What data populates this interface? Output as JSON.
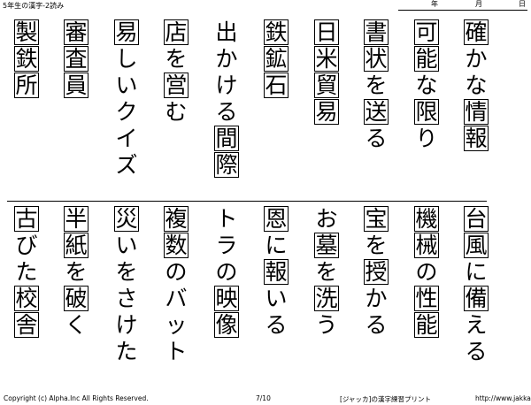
{
  "header": {
    "title": "5年生の漢字-2読み",
    "date_labels": [
      "年",
      "月",
      "日"
    ]
  },
  "top_row": [
    {
      "chars": [
        {
          "t": "確",
          "k": true
        },
        {
          "t": "か",
          "k": false
        },
        {
          "t": "な",
          "k": false
        },
        {
          "t": "情",
          "k": true
        },
        {
          "t": "報",
          "k": true
        }
      ]
    },
    {
      "chars": [
        {
          "t": "可",
          "k": true
        },
        {
          "t": "能",
          "k": true
        },
        {
          "t": "な",
          "k": false
        },
        {
          "t": "限",
          "k": true
        },
        {
          "t": "り",
          "k": false
        }
      ]
    },
    {
      "chars": [
        {
          "t": "書",
          "k": true
        },
        {
          "t": "状",
          "k": true
        },
        {
          "t": "を",
          "k": false
        },
        {
          "t": "送",
          "k": true
        },
        {
          "t": "る",
          "k": false
        }
      ]
    },
    {
      "chars": [
        {
          "t": "日",
          "k": true
        },
        {
          "t": "米",
          "k": true
        },
        {
          "t": "貿",
          "k": true
        },
        {
          "t": "易",
          "k": true
        }
      ]
    },
    {
      "chars": [
        {
          "t": "鉄",
          "k": true
        },
        {
          "t": "鉱",
          "k": true
        },
        {
          "t": "石",
          "k": true
        }
      ]
    },
    {
      "chars": [
        {
          "t": "出",
          "k": false
        },
        {
          "t": "か",
          "k": false
        },
        {
          "t": "け",
          "k": false
        },
        {
          "t": "る",
          "k": false
        },
        {
          "t": "間",
          "k": true
        },
        {
          "t": "際",
          "k": true
        }
      ]
    },
    {
      "chars": [
        {
          "t": "店",
          "k": true
        },
        {
          "t": "を",
          "k": false
        },
        {
          "t": "営",
          "k": true
        },
        {
          "t": "む",
          "k": false
        }
      ]
    },
    {
      "chars": [
        {
          "t": "易",
          "k": true
        },
        {
          "t": "し",
          "k": false
        },
        {
          "t": "い",
          "k": false
        },
        {
          "t": "ク",
          "k": false
        },
        {
          "t": "イ",
          "k": false
        },
        {
          "t": "ズ",
          "k": false
        }
      ]
    },
    {
      "chars": [
        {
          "t": "審",
          "k": true
        },
        {
          "t": "査",
          "k": true
        },
        {
          "t": "員",
          "k": true
        }
      ]
    },
    {
      "chars": [
        {
          "t": "製",
          "k": true
        },
        {
          "t": "鉄",
          "k": true
        },
        {
          "t": "所",
          "k": true
        }
      ]
    }
  ],
  "bottom_row": [
    {
      "chars": [
        {
          "t": "台",
          "k": true
        },
        {
          "t": "風",
          "k": true
        },
        {
          "t": "に",
          "k": false
        },
        {
          "t": "備",
          "k": true
        },
        {
          "t": "え",
          "k": false
        },
        {
          "t": "る",
          "k": false
        }
      ]
    },
    {
      "chars": [
        {
          "t": "機",
          "k": true
        },
        {
          "t": "械",
          "k": true
        },
        {
          "t": "の",
          "k": false
        },
        {
          "t": "性",
          "k": true
        },
        {
          "t": "能",
          "k": true
        }
      ]
    },
    {
      "chars": [
        {
          "t": "宝",
          "k": true
        },
        {
          "t": "を",
          "k": false
        },
        {
          "t": "授",
          "k": true
        },
        {
          "t": "か",
          "k": false
        },
        {
          "t": "る",
          "k": false
        }
      ]
    },
    {
      "chars": [
        {
          "t": "お",
          "k": false
        },
        {
          "t": "墓",
          "k": true
        },
        {
          "t": "を",
          "k": false
        },
        {
          "t": "洗",
          "k": true
        },
        {
          "t": "う",
          "k": false
        }
      ]
    },
    {
      "chars": [
        {
          "t": "恩",
          "k": true
        },
        {
          "t": "に",
          "k": false
        },
        {
          "t": "報",
          "k": true
        },
        {
          "t": "い",
          "k": false
        },
        {
          "t": "る",
          "k": false
        }
      ]
    },
    {
      "chars": [
        {
          "t": "ト",
          "k": false
        },
        {
          "t": "ラ",
          "k": false
        },
        {
          "t": "の",
          "k": false
        },
        {
          "t": "映",
          "k": true
        },
        {
          "t": "像",
          "k": true
        }
      ]
    },
    {
      "chars": [
        {
          "t": "複",
          "k": true
        },
        {
          "t": "数",
          "k": true
        },
        {
          "t": "の",
          "k": false
        },
        {
          "t": "バ",
          "k": false
        },
        {
          "t": "ッ",
          "k": false
        },
        {
          "t": "ト",
          "k": false
        }
      ]
    },
    {
      "chars": [
        {
          "t": "災",
          "k": true
        },
        {
          "t": "い",
          "k": false
        },
        {
          "t": "を",
          "k": false
        },
        {
          "t": "さ",
          "k": false
        },
        {
          "t": "け",
          "k": false
        },
        {
          "t": "た",
          "k": false
        }
      ]
    },
    {
      "chars": [
        {
          "t": "半",
          "k": true
        },
        {
          "t": "紙",
          "k": true
        },
        {
          "t": "を",
          "k": false
        },
        {
          "t": "破",
          "k": true
        },
        {
          "t": "く",
          "k": false
        }
      ]
    },
    {
      "chars": [
        {
          "t": "古",
          "k": true
        },
        {
          "t": "び",
          "k": false
        },
        {
          "t": "た",
          "k": false
        },
        {
          "t": "校",
          "k": true
        },
        {
          "t": "舎",
          "k": true
        }
      ]
    }
  ],
  "footer": {
    "copyright": "Copyright (c) Alpha.Inc All Rights Reserved.",
    "page": "7/10",
    "brand": "[ジャッカ]の漢字練習プリント",
    "url": "http://www.jakka.jp/"
  }
}
